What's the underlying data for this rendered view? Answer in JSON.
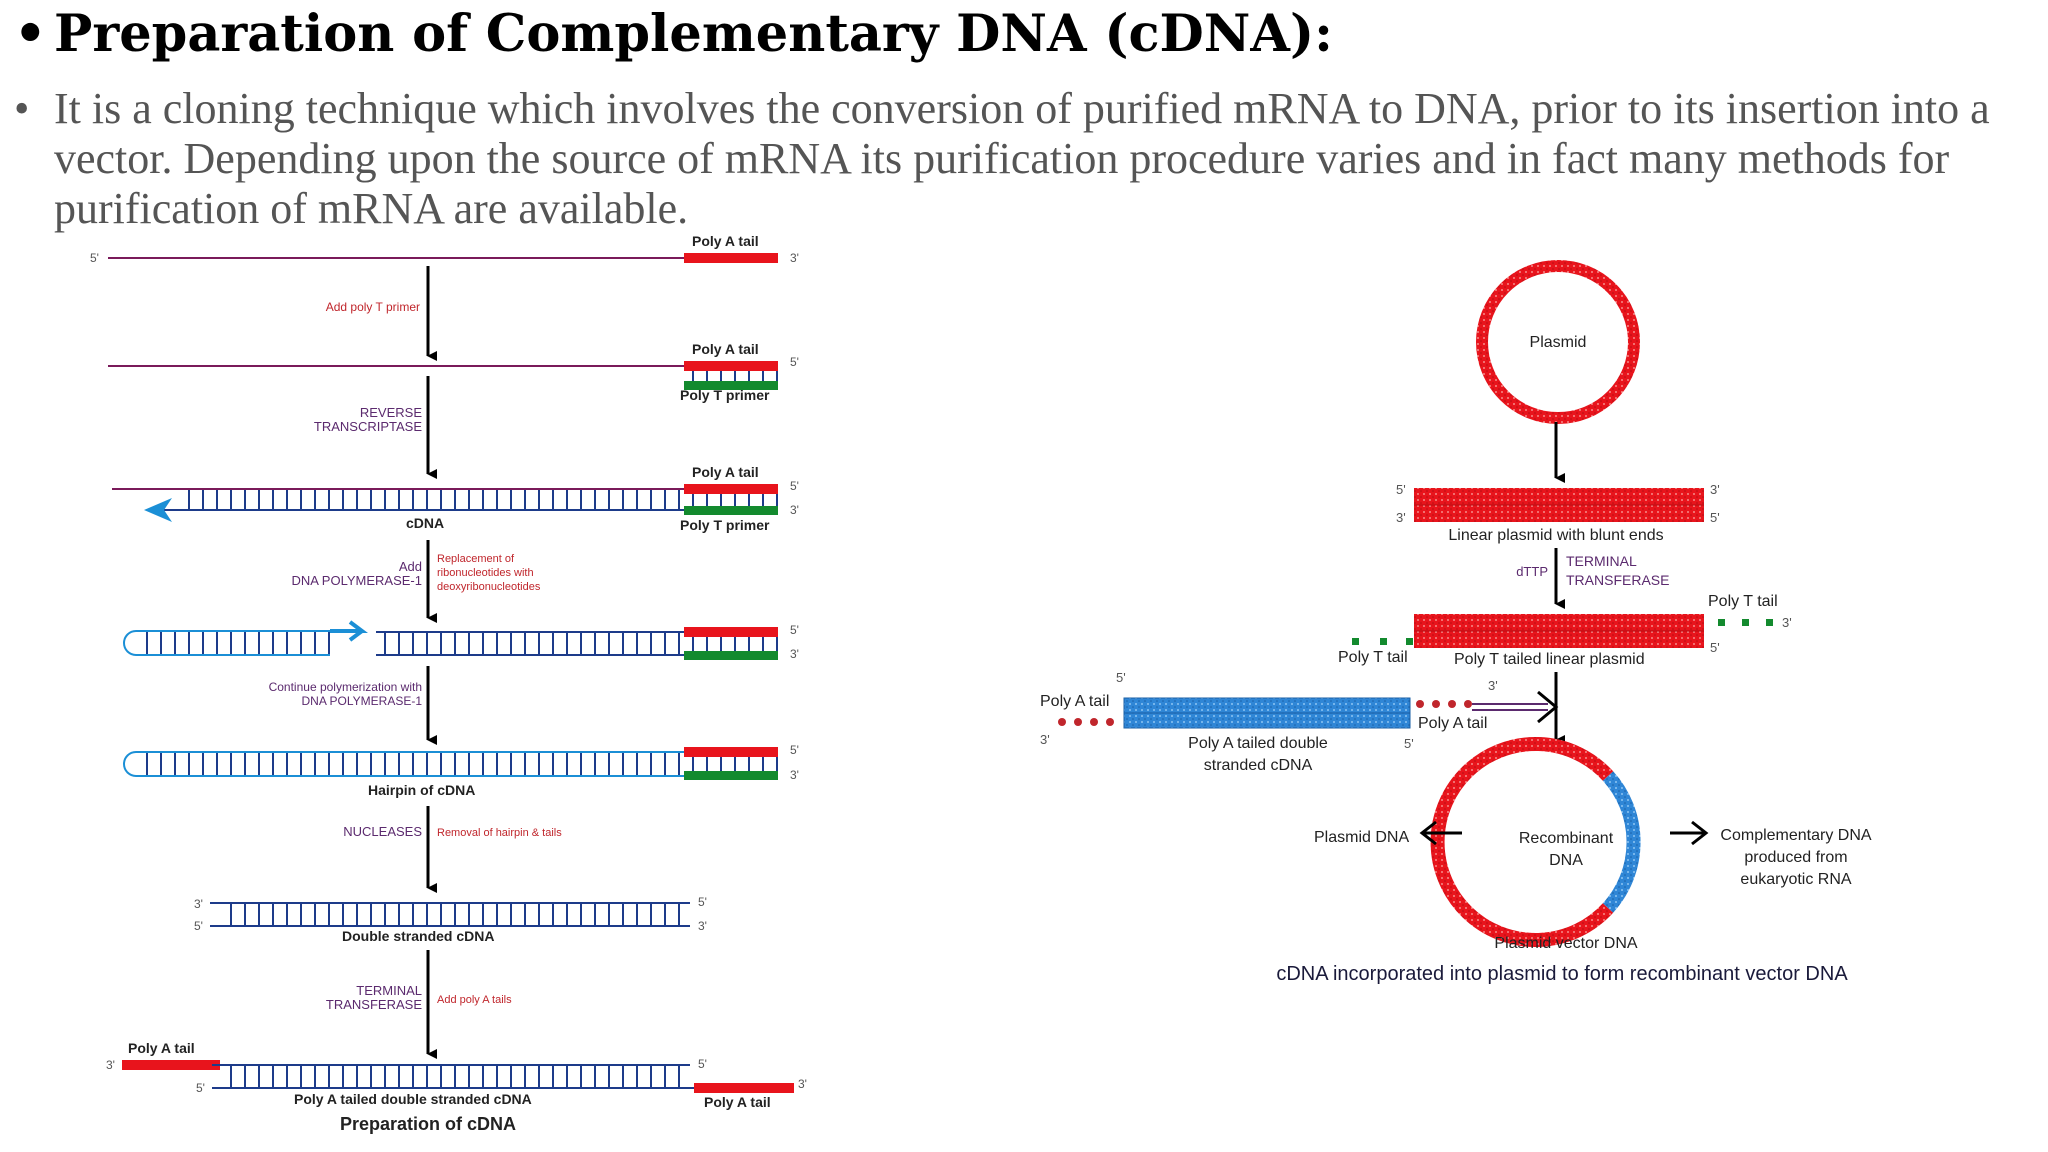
{
  "slide": {
    "bullet": "•",
    "title": "Preparation of Complementary DNA (cDNA):",
    "paragraph": "It is a cloning technique which involves the conversion of purified mRNA to DNA, prior to its insertion into a vector. Depending upon the source of mRNA its purification procedure varies and in fact many methods for purification of mRNA are available."
  },
  "left_diagram": {
    "caption": "Preparation of cDNA",
    "ends": {
      "five": "5'",
      "three": "3'"
    },
    "poly_a_tail": "Poly A tail",
    "poly_t_primer": "Poly T primer",
    "cdna": "cDNA",
    "hairpin": "Hairpin of cDNA",
    "double_stranded": "Double stranded cDNA",
    "poly_a_tailed_ds": "Poly A tailed double stranded cDNA",
    "step1": "Add poly T primer",
    "step2_line1": "REVERSE",
    "step2_line2": "TRANSCRIPTASE",
    "step3_add": "Add",
    "step3_enzyme": "DNA POLYMERASE-1",
    "step3_note1": "Replacement of",
    "step3_note2": "ribonucleotides with",
    "step3_note3": "deoxyribonucleotides",
    "step4_line1": "Continue polymerization with",
    "step4_line2": "DNA POLYMERASE-1",
    "step5_enzyme": "NUCLEASES",
    "step5_note": "Removal of hairpin & tails",
    "step6_line1": "TERMINAL",
    "step6_line2": "TRANSFERASE",
    "step6_note": "Add poly A tails"
  },
  "right_diagram": {
    "plasmid": "Plasmid",
    "linear_plasmid": "Linear plasmid with blunt ends",
    "dttp": "dTTP",
    "terminal": "TERMINAL",
    "transferase": "TRANSFERASE",
    "poly_t_tail": "Poly T tail",
    "poly_t_tailed_linear": "Poly T tailed linear plasmid",
    "poly_a_tail": "Poly A tail",
    "poly_a_ds_line1": "Poly A tailed double",
    "poly_a_ds_line2": "stranded cDNA",
    "recombinant_line1": "Recombinant",
    "recombinant_line2": "DNA",
    "plasmid_dna": "Plasmid DNA",
    "complementary_line1": "Complementary DNA",
    "complementary_line2": "produced from",
    "complementary_line3": "eukaryotic RNA",
    "plasmid_vector": "Plasmid vector DNA",
    "caption": "cDNA incorporated into plasmid to form recombinant vector DNA",
    "ends": {
      "five": "5'",
      "three": "3'"
    }
  },
  "colors": {
    "mrna": "#7a1a5a",
    "poly_a": "#e8141c",
    "primer": "#138a2e",
    "cdna": "#1d3b8a",
    "arrow_blue": "#1b8fd6",
    "plasmid_red": "#e8141c",
    "cdna_blue": "#2f86d6",
    "label_red": "#c0262c",
    "label_purple": "#5b2a6e"
  }
}
